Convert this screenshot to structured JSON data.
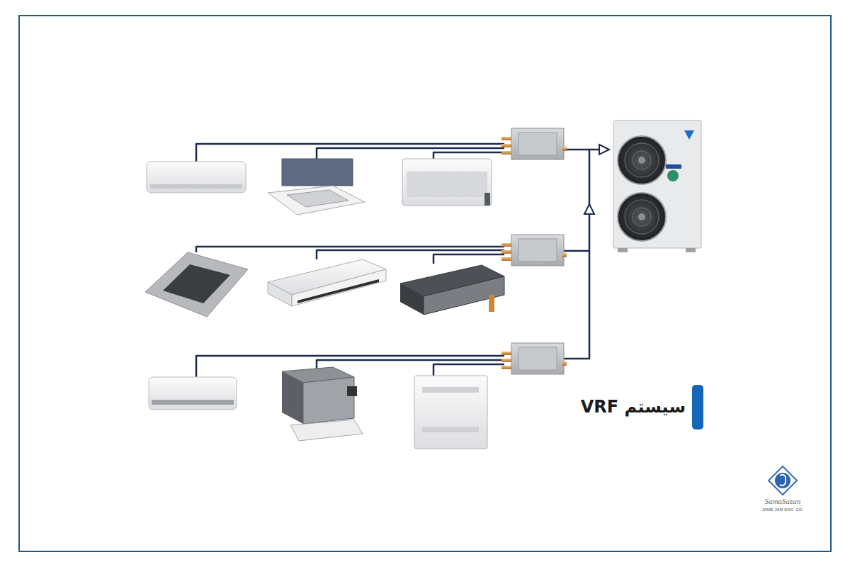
{
  "diagram": {
    "title": "سیستم VRF",
    "labels": [
      "SamaSazan",
      "JAME JAM ENG. CO."
    ]
  }
}
